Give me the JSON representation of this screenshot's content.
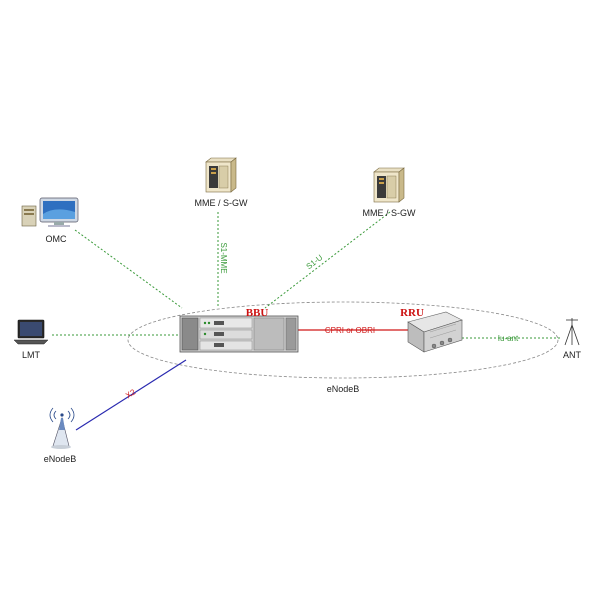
{
  "nodes": {
    "omc": "OMC",
    "mme1": "MME / S-GW",
    "mme2": "MME / S-GW",
    "lmt": "LMT",
    "bbu": "BBU",
    "rru": "RRU",
    "ant": "ANT",
    "enodeb_remote": "eNodeB",
    "enodeb_group": "eNodeB"
  },
  "links": {
    "s1_mme": "S1-MME",
    "s1_u": "S1-U",
    "cpri": "CPRI or OBRI",
    "iu_ant": "Iu-ant",
    "x2": "X2"
  },
  "colors": {
    "green_link": "#3a9a3a",
    "cpri_link": "#d01818",
    "x2_link": "#2a2ab0",
    "x2_label": "#d01818",
    "brand_label": "#cc1111"
  }
}
